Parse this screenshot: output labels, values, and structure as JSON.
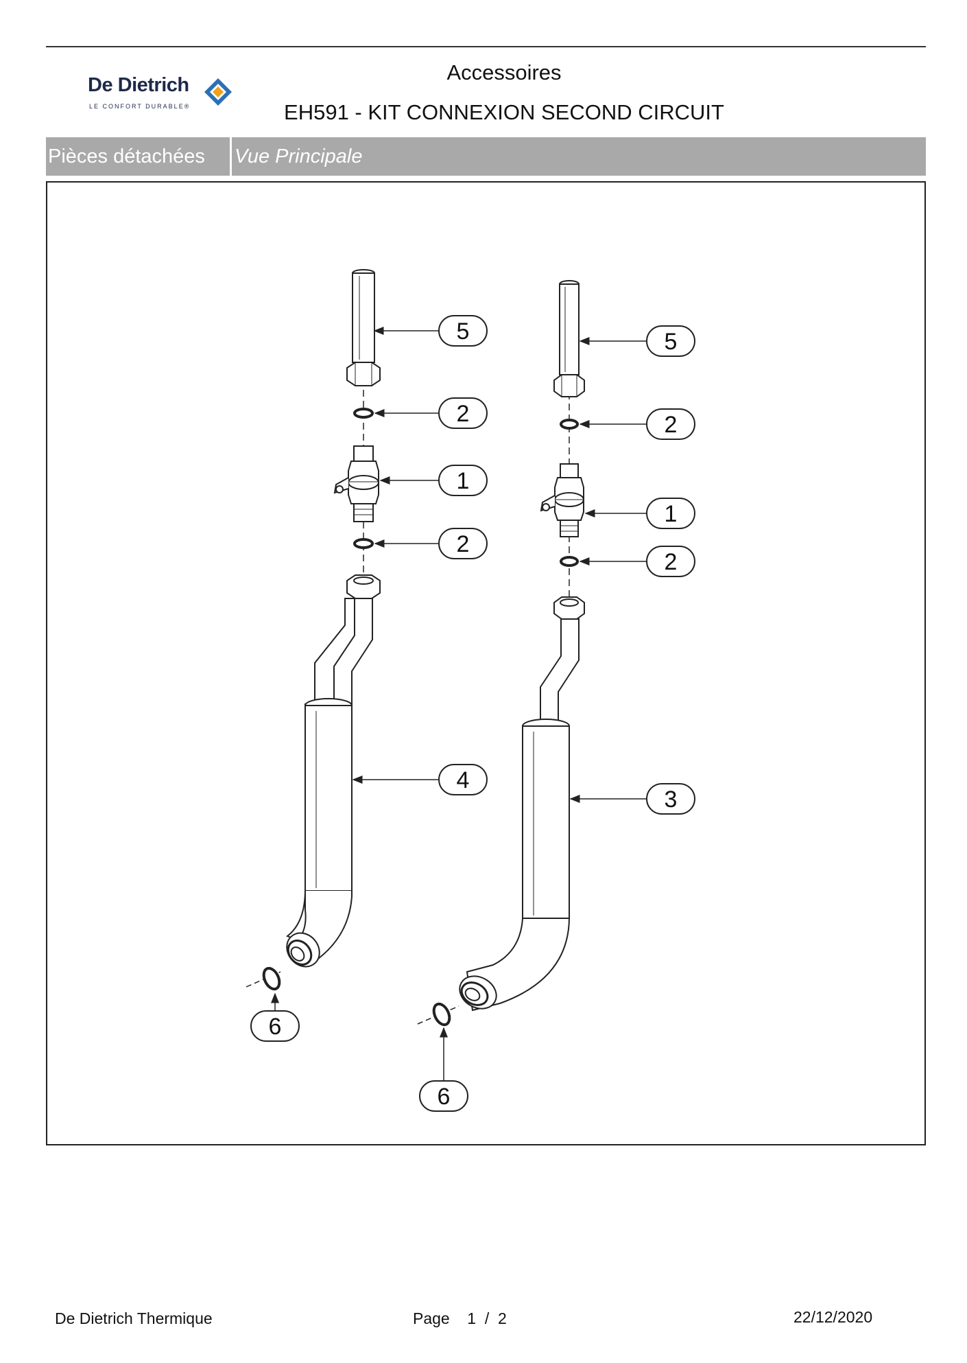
{
  "header": {
    "brand_name": "De Dietrich",
    "brand_tagline": "LE CONFORT DURABLE®",
    "title": "Accessoires",
    "subtitle": "EH591 - KIT CONNEXION SECOND CIRCUIT"
  },
  "section_bar": {
    "left_label": "Pièces détachées",
    "right_label": "Vue Principale"
  },
  "diagram": {
    "left_assembly_callouts": [
      "5",
      "2",
      "1",
      "2",
      "4",
      "6"
    ],
    "right_assembly_callouts": [
      "5",
      "2",
      "1",
      "2",
      "3",
      "6"
    ]
  },
  "footer": {
    "company": "De Dietrich Thermique",
    "page_label": "Page",
    "page_current": "1",
    "page_separator": "/",
    "page_total": "2",
    "date": "22/12/2020"
  },
  "colors": {
    "bar_gray": "#a9a9a9",
    "brand_navy": "#1e2a4a",
    "brand_orange": "#f0a21a",
    "brand_blue": "#2c6fb5"
  }
}
